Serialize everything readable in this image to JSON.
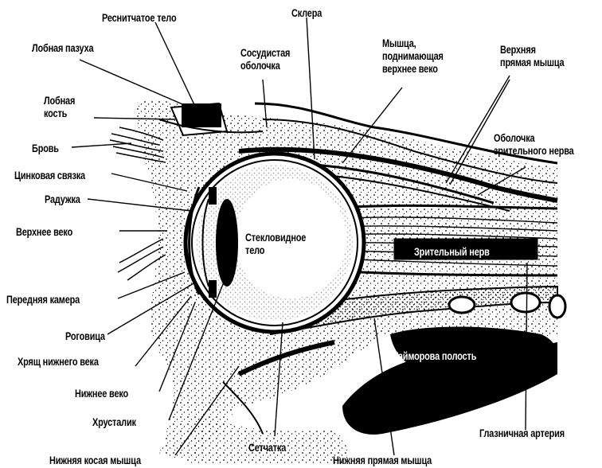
{
  "labels": {
    "ciliary_body": "Реснитчатое тело",
    "sclera": "Склера",
    "frontal_sinus": "Лобная пазуха",
    "choroid": [
      "Сосудистая",
      "оболочка"
    ],
    "levator_muscle": [
      "Мышца,",
      "поднимающая",
      "верхнее веко"
    ],
    "superior_rectus": [
      "Верхняя",
      "прямая мышца"
    ],
    "frontal_bone": [
      "Лобная",
      "кость"
    ],
    "eyebrow": "Бровь",
    "optic_sheath": [
      "Оболочка",
      "зрительного нерва"
    ],
    "zinn_ligament": "Цинковая связка",
    "iris": "Радужка",
    "upper_eyelid": "Верхнее веко",
    "vitreous": [
      "Стекловидное",
      "тело"
    ],
    "optic_nerve": "Зрительный нерв",
    "anterior_chamber": "Передняя камера",
    "cornea": "Роговица",
    "lower_eyelid_cartilage": "Хрящ нижнего века",
    "maxillary_sinus": "Гайморова полость",
    "lower_eyelid": "Нижнее веко",
    "lens": "Хрусталик",
    "ophthalmic_artery": "Глазничная артерия",
    "retina": "Сетчатка",
    "inferior_oblique": "Нижняя косая мышца",
    "inferior_rectus": "Нижняя прямая мышца"
  },
  "colors": {
    "ink": "#000000",
    "paper": "#ffffff"
  }
}
